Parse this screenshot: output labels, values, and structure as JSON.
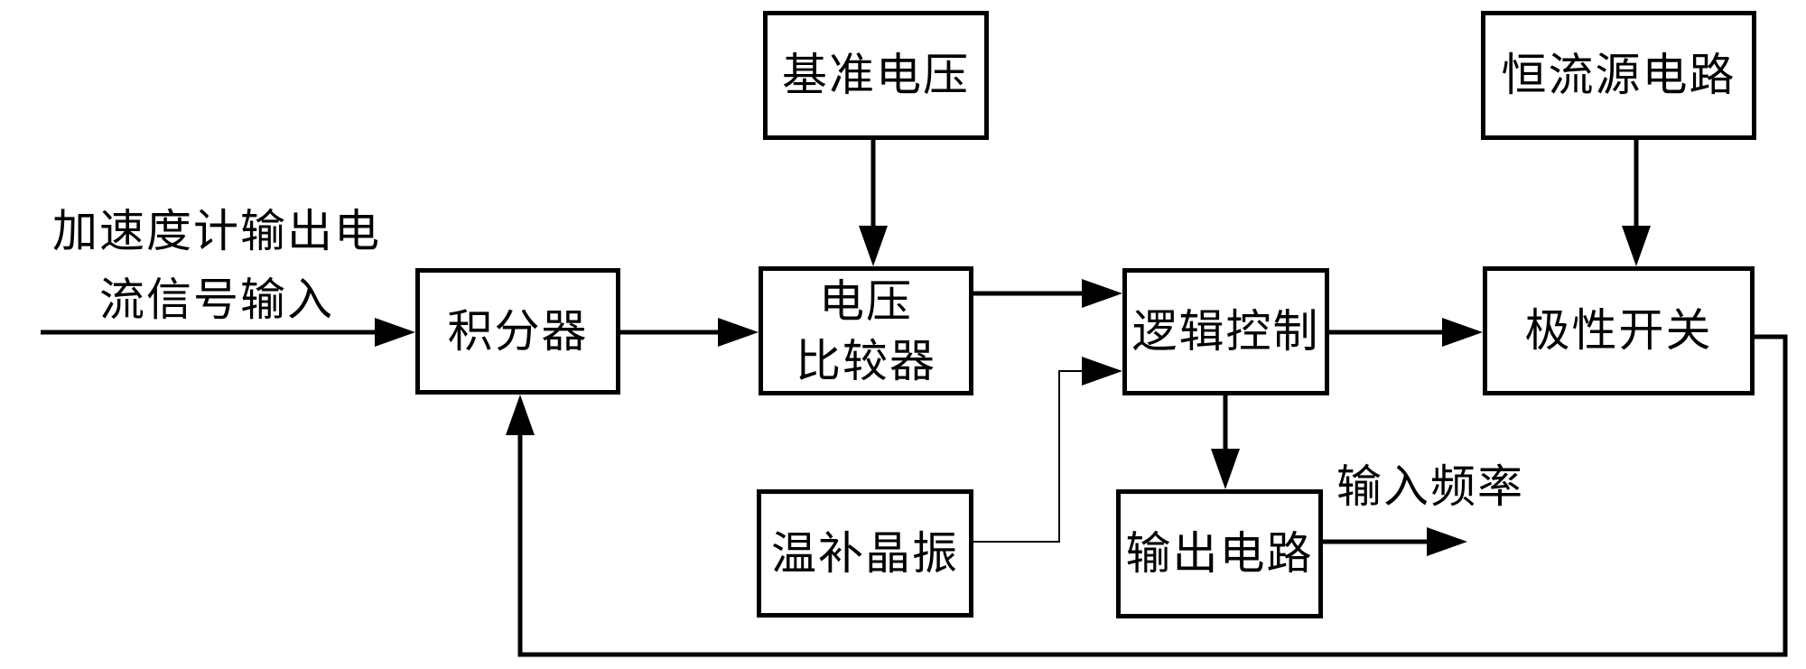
{
  "diagram": {
    "title": "",
    "input_label_line1": "加速度计输出电",
    "input_label_line2": "流信号输入",
    "boxes": {
      "reference_voltage": "基准电压",
      "constant_current_source": "恒流源电路",
      "integrator": "积分器",
      "voltage_comparator_line1": "电压",
      "voltage_comparator_line2": "比较器",
      "logic_control": "逻辑控制",
      "polarity_switch": "极性开关",
      "temp_compensated_crystal_oscillator": "温补晶振",
      "output_circuit": "输出电路"
    },
    "output_arrow_label": "输入频率",
    "colors": {
      "line": "#000000",
      "background": "#ffffff",
      "box_fill": "#ffffff"
    }
  }
}
